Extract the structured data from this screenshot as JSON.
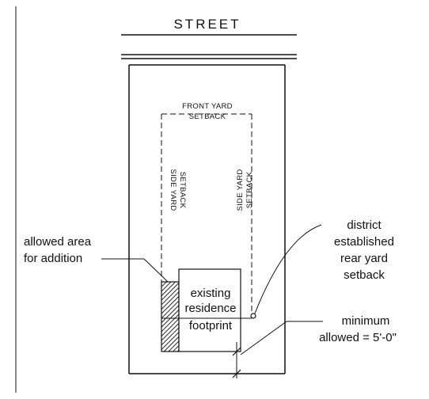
{
  "street_label": "STREET",
  "front_yard_setback": [
    "FRONT YARD",
    "SETBACK"
  ],
  "side_yard_setback_left": [
    "SIDE YARD",
    "SETBACK"
  ],
  "side_yard_setback_right": [
    "SIDE YARD",
    "SETBACK"
  ],
  "allowed_area": [
    "allowed area",
    "for addition"
  ],
  "existing_residence": [
    "existing",
    "residence",
    "footprint"
  ],
  "rear_yard_setback": [
    "district",
    "established",
    "rear yard",
    "setback"
  ],
  "minimum_allowed": [
    "minimum",
    "allowed = 5'-0\""
  ]
}
